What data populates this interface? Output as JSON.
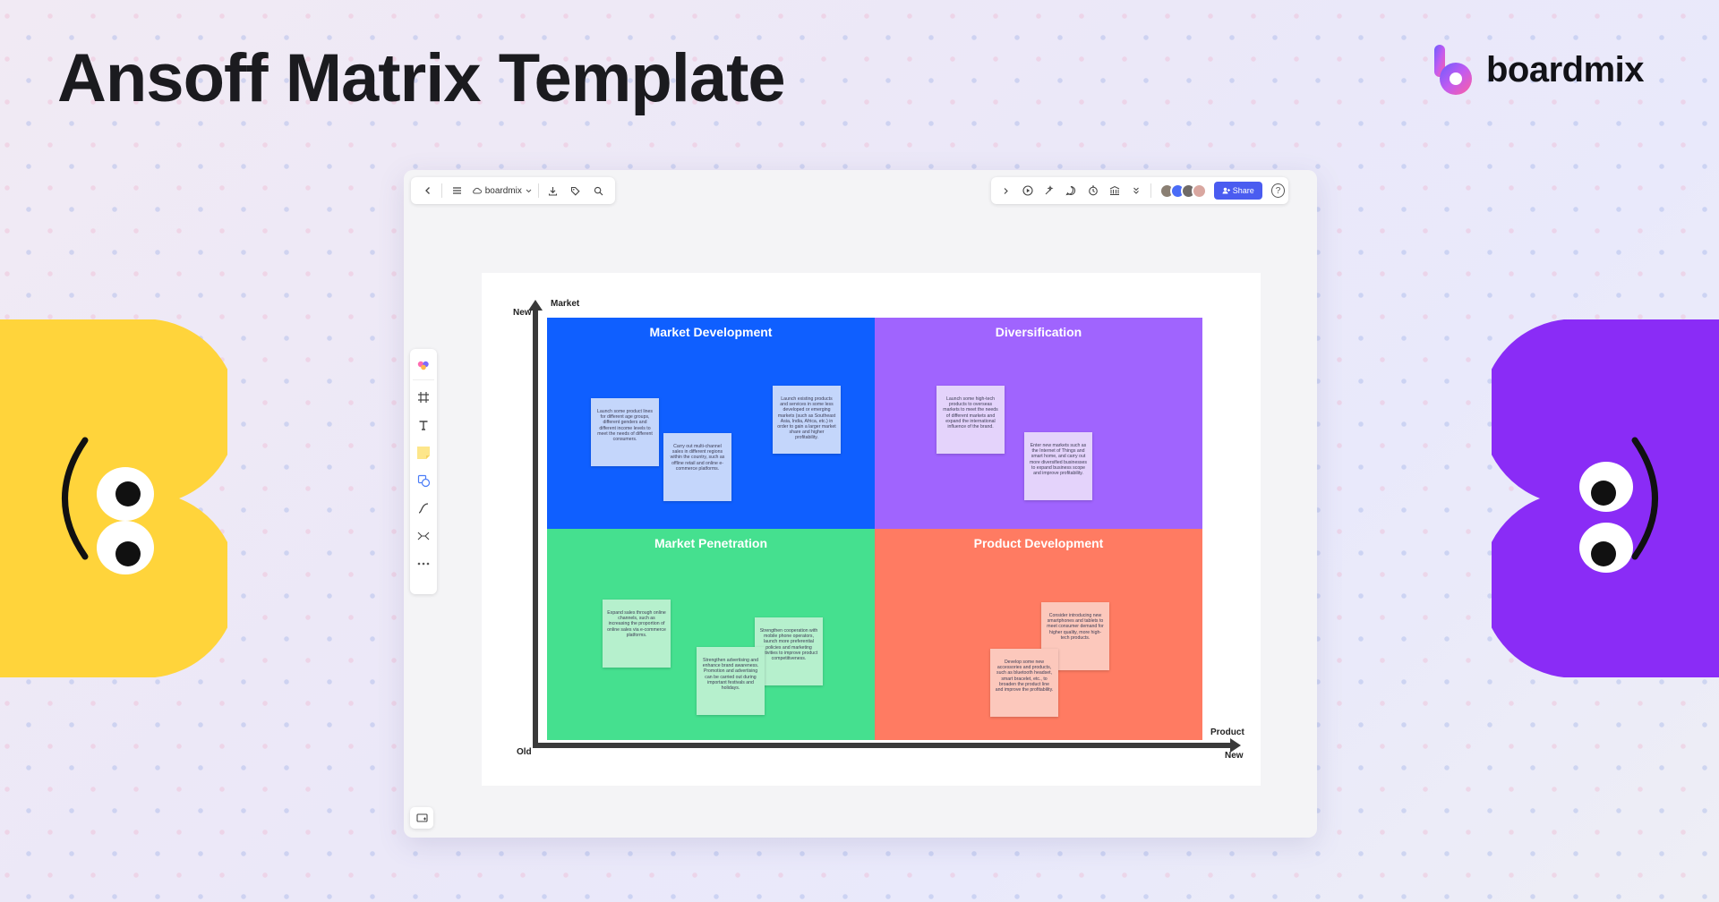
{
  "header": {
    "title": "Ansoff Matrix Template",
    "brand_name": "boardmix"
  },
  "app": {
    "file_name": "boardmix",
    "share_label": "Share",
    "help_label": "?"
  },
  "matrix": {
    "y_axis_label": "Market",
    "x_axis_label": "Product",
    "y_new": "New",
    "x_new": "New",
    "origin": "Old",
    "quadrants": [
      {
        "title": "Market Development",
        "color": "#0f5fff",
        "sticky_color": "#c4d6fb",
        "notes": [
          "Launch some product lines for different age groups, different genders and different income levels to meet the needs of different consumers.",
          "Carry out multi-channel sales in different regions within the country, such as offline retail and online e-commerce platforms.",
          "Launch existing products and services in some less developed or emerging markets (such as Southeast Asia, India, Africa, etc.) in order to gain a larger market share and higher profitability."
        ]
      },
      {
        "title": "Diversification",
        "color": "#a064fe",
        "sticky_color": "#e4d3fb",
        "notes": [
          "Launch some high-tech products to overseas markets to meet the needs of different markets and expand the international influence of the brand.",
          "Enter new markets such as the Internet of Things and smart home, and carry out more diversified businesses to expand business scope and improve profitability."
        ]
      },
      {
        "title": "Market Penetration",
        "color": "#45e08f",
        "sticky_color": "#b6f0cd",
        "notes": [
          "Expand sales through online channels, such as increasing the proportion of online sales via e-commerce platforms.",
          "Strengthen advertising and enhance brand awareness. Promotion and advertising can be carried out during important festivals and holidays.",
          "Strengthen cooperation with mobile phone operators, launch more preferential policies and marketing activities to improve product competitiveness."
        ]
      },
      {
        "title": "Product Development",
        "color": "#ff7b62",
        "sticky_color": "#fcc8bc",
        "notes": [
          "Consider introducing new smartphones and tablets to meet consumer demand for higher quality, more high-tech products.",
          "Develop some new accessories and products, such as bluetooth headset, smart bracelet, etc., to broaden the product line and improve the profitability."
        ]
      }
    ]
  },
  "colors": {
    "mascot_left": "#ffd43b",
    "mascot_right": "#8a2cf6",
    "share_button": "#4a5cf0"
  },
  "icons": {
    "toolbar_left": [
      "chevron-left-icon",
      "menu-icon",
      "cloud-icon",
      "download-icon",
      "tag-icon",
      "search-icon"
    ],
    "toolbar_right": [
      "chevron-right-icon",
      "play-icon",
      "magic-icon",
      "comment-icon",
      "timer-icon",
      "library-icon",
      "more-down-icon"
    ],
    "side_tools": [
      "templates-icon",
      "frame-icon",
      "text-icon",
      "sticky-note-icon",
      "shape-icon",
      "connector-icon",
      "mindmap-icon",
      "more-icon"
    ]
  }
}
